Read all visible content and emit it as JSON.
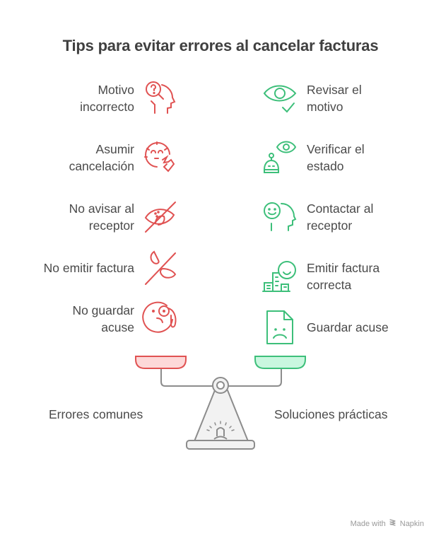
{
  "title": "Tips para evitar errores al cancelar facturas",
  "colors": {
    "error_stroke": "#e05252",
    "error_fill": "#fdd8d8",
    "solution_stroke": "#3dbf7a",
    "solution_fill": "#c9f7df",
    "scale_stroke": "#8c8c8c",
    "scale_fill": "#f2f2f2"
  },
  "errors": {
    "label": "Errores comunes",
    "items": [
      {
        "line1": "Motivo",
        "line2": "incorrecto",
        "icon": "head-question-magnifier-icon"
      },
      {
        "line1": "Asumir",
        "line2": "cancelación",
        "icon": "face-blowing-icon"
      },
      {
        "line1": "No avisar al",
        "line2": "receptor",
        "icon": "eye-crossed-icon"
      },
      {
        "line1": "No emitir factura",
        "line2": "",
        "icon": "leaf-crossed-icon"
      },
      {
        "line1": "No guardar",
        "line2": "acuse",
        "icon": "face-monocle-sad-icon"
      }
    ]
  },
  "solutions": {
    "label": "Soluciones prácticas",
    "items": [
      {
        "line1": "Revisar el",
        "line2": "motivo",
        "icon": "eye-check-icon"
      },
      {
        "line1": "Verificar el",
        "line2": "estado",
        "icon": "robot-eye-icon"
      },
      {
        "line1": "Contactar al",
        "line2": "receptor",
        "icon": "head-smile-icon"
      },
      {
        "line1": "Emitir factura",
        "line2": "correcta",
        "icon": "building-smile-icon"
      },
      {
        "line1": "Guardar acuse",
        "line2": "",
        "icon": "document-sad-icon"
      }
    ]
  },
  "footer": {
    "text": "Made with",
    "brand": "Napkin"
  }
}
